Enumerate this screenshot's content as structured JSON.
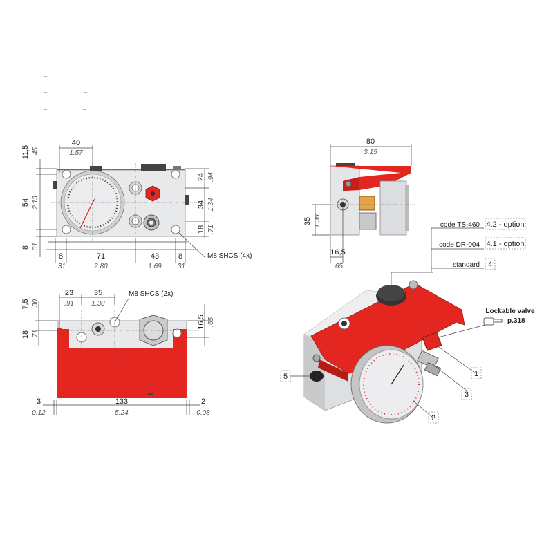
{
  "front_view": {
    "dims_top": [
      {
        "mm": "40",
        "inch": "1.57"
      }
    ],
    "dims_bottom": [
      {
        "mm": "8",
        "inch": ".31"
      },
      {
        "mm": "71",
        "inch": "2.80"
      },
      {
        "mm": "43",
        "inch": "1.69"
      },
      {
        "mm": "8",
        "inch": ".31"
      }
    ],
    "dims_left": [
      {
        "mm": "11,5",
        "inch": ".45"
      },
      {
        "mm": "54",
        "inch": "2.13"
      },
      {
        "mm": "8",
        "inch": ".31"
      }
    ],
    "dims_right": [
      {
        "mm": "24",
        "inch": ".94"
      },
      {
        "mm": "34",
        "inch": "1.34"
      },
      {
        "mm": "18",
        "inch": ".71"
      }
    ],
    "callout": "M8 SHCS (4x)"
  },
  "side_view": {
    "dims_top": [
      {
        "mm": "80",
        "inch": "3.15"
      }
    ],
    "dims_left": [
      {
        "mm": "35",
        "inch": "1.38"
      }
    ],
    "dims_bottom": [
      {
        "mm": "16,5",
        "inch": ".65"
      }
    ]
  },
  "bottom_view": {
    "dims_top": [
      {
        "mm": "23",
        "inch": ".91"
      },
      {
        "mm": "35",
        "inch": "1.38"
      }
    ],
    "dims_left": [
      {
        "mm": "7,5",
        "inch": ".30"
      },
      {
        "mm": "18",
        "inch": ".71"
      }
    ],
    "dims_right": [
      {
        "mm": "16,5",
        "inch": ".65"
      }
    ],
    "dims_bottom": [
      {
        "mm": "3",
        "inch": "0.12"
      },
      {
        "mm": "133",
        "inch": "5.24"
      },
      {
        "mm": "2",
        "inch": "0.08"
      }
    ],
    "callout": "M8 SHCS (2x)"
  },
  "iso_view": {
    "codes": [
      {
        "label": "code TS-460",
        "value": "4.2 - option"
      },
      {
        "label": "code DR-004",
        "value": "4.1 - option"
      },
      {
        "label": "standard",
        "value": "4"
      }
    ],
    "lockable_valve": "Lockable valve",
    "page_ref": "p.318",
    "balloons": [
      "1",
      "2",
      "3",
      "5"
    ]
  },
  "colors": {
    "red": "#e3261f",
    "metal": "#d9dadc",
    "dark": "#333333"
  }
}
